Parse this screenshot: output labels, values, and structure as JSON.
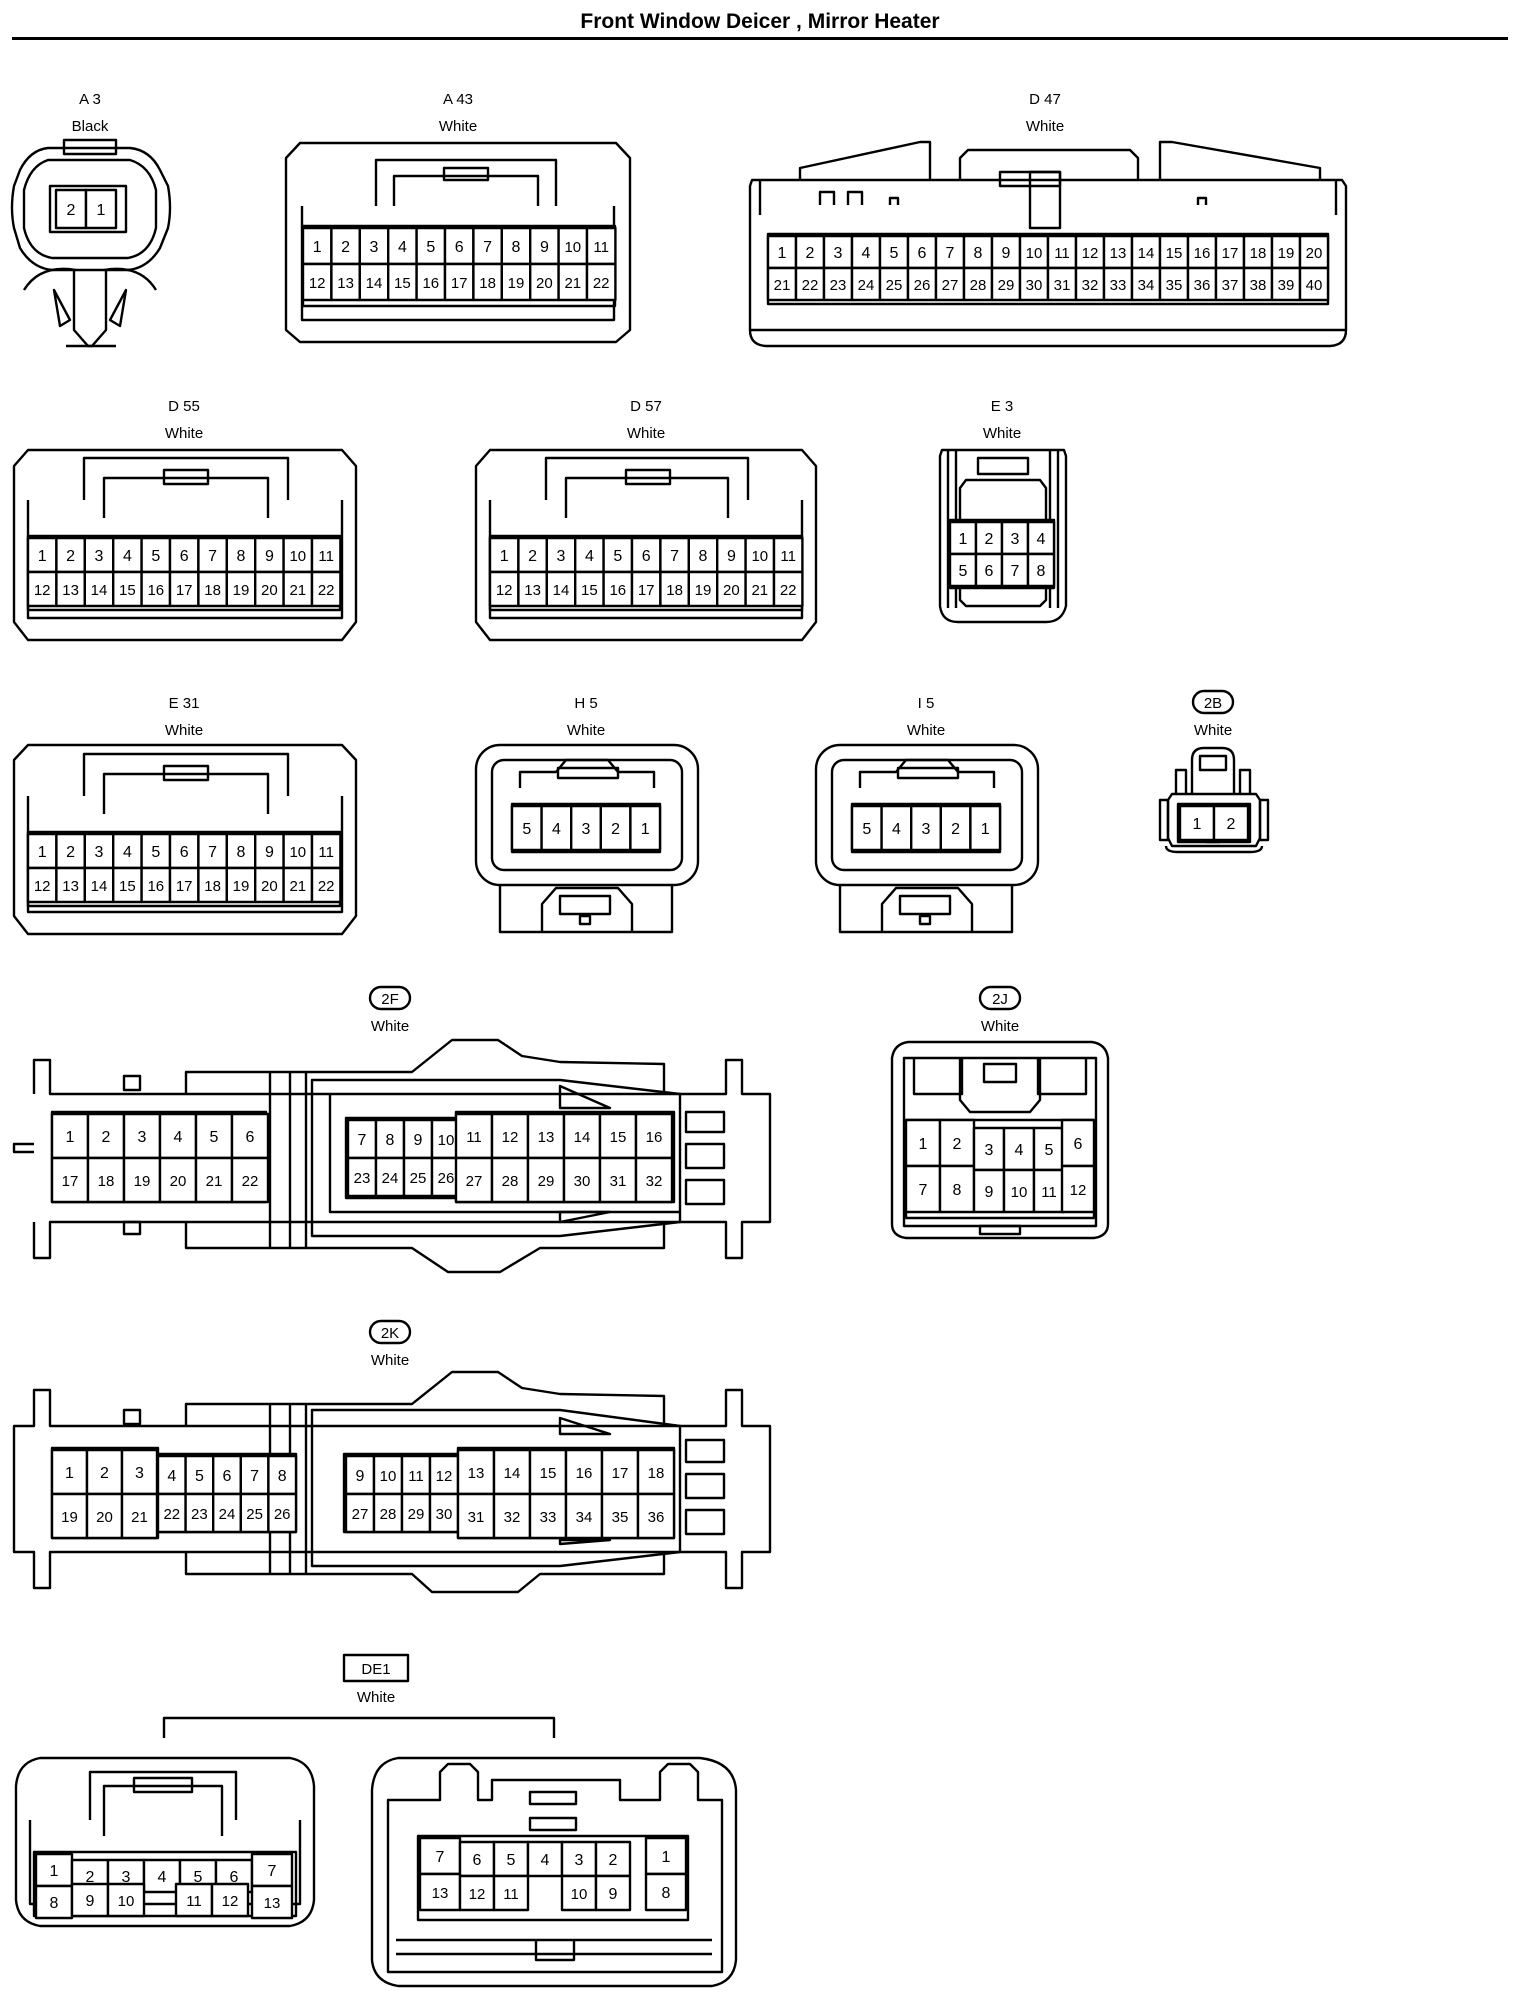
{
  "title": "Front Window Deicer , Mirror Heater",
  "connectors": [
    {
      "id": "A 3",
      "color": "Black",
      "pins": [
        {
          "cells": [
            "2",
            "1"
          ]
        }
      ]
    },
    {
      "id": "A 43",
      "color": "White",
      "pins": [
        {
          "cells": [
            "1",
            "2",
            "3",
            "4",
            "5",
            "6",
            "7",
            "8",
            "9",
            "10",
            "11"
          ]
        },
        {
          "cells": [
            "12",
            "13",
            "14",
            "15",
            "16",
            "17",
            "18",
            "19",
            "20",
            "21",
            "22"
          ]
        }
      ]
    },
    {
      "id": "D 47",
      "color": "White",
      "pins": [
        {
          "cells": [
            "1",
            "2",
            "3",
            "4",
            "5",
            "6",
            "7",
            "8",
            "9",
            "10",
            "11",
            "12",
            "13",
            "14",
            "15",
            "16",
            "17",
            "18",
            "19",
            "20"
          ]
        },
        {
          "cells": [
            "21",
            "22",
            "23",
            "24",
            "25",
            "26",
            "27",
            "28",
            "29",
            "30",
            "31",
            "32",
            "33",
            "34",
            "35",
            "36",
            "37",
            "38",
            "39",
            "40"
          ]
        }
      ]
    },
    {
      "id": "D 55",
      "color": "White",
      "pins": [
        {
          "cells": [
            "1",
            "2",
            "3",
            "4",
            "5",
            "6",
            "7",
            "8",
            "9",
            "10",
            "11"
          ]
        },
        {
          "cells": [
            "12",
            "13",
            "14",
            "15",
            "16",
            "17",
            "18",
            "19",
            "20",
            "21",
            "22"
          ]
        }
      ]
    },
    {
      "id": "D 57",
      "color": "White",
      "pins": [
        {
          "cells": [
            "1",
            "2",
            "3",
            "4",
            "5",
            "6",
            "7",
            "8",
            "9",
            "10",
            "11"
          ]
        },
        {
          "cells": [
            "12",
            "13",
            "14",
            "15",
            "16",
            "17",
            "18",
            "19",
            "20",
            "21",
            "22"
          ]
        }
      ]
    },
    {
      "id": "E 3",
      "color": "White",
      "pins": [
        {
          "cells": [
            "1",
            "2",
            "3",
            "4"
          ]
        },
        {
          "cells": [
            "5",
            "6",
            "7",
            "8"
          ]
        }
      ]
    },
    {
      "id": "E 31",
      "color": "White",
      "pins": [
        {
          "cells": [
            "1",
            "2",
            "3",
            "4",
            "5",
            "6",
            "7",
            "8",
            "9",
            "10",
            "11"
          ]
        },
        {
          "cells": [
            "12",
            "13",
            "14",
            "15",
            "16",
            "17",
            "18",
            "19",
            "20",
            "21",
            "22"
          ]
        }
      ]
    },
    {
      "id": "H 5",
      "color": "White",
      "pins": [
        {
          "cells": [
            "5",
            "4",
            "3",
            "2",
            "1"
          ]
        }
      ]
    },
    {
      "id": "I 5",
      "color": "White",
      "pins": [
        {
          "cells": [
            "5",
            "4",
            "3",
            "2",
            "1"
          ]
        }
      ]
    },
    {
      "id": "2B",
      "color": "White",
      "pins": [
        {
          "cells": [
            "1",
            "2"
          ]
        }
      ]
    },
    {
      "id": "2F",
      "color": "White",
      "pins": [
        {
          "cells": [
            "1",
            "2",
            "3",
            "4",
            "5",
            "6"
          ]
        },
        {
          "cells": [
            "17",
            "18",
            "19",
            "20",
            "21",
            "22"
          ]
        },
        {
          "cells": [
            "7",
            "8",
            "9",
            "10"
          ]
        },
        {
          "cells": [
            "23",
            "24",
            "25",
            "26"
          ]
        },
        {
          "cells": [
            "11",
            "12",
            "13",
            "14",
            "15",
            "16"
          ]
        },
        {
          "cells": [
            "27",
            "28",
            "29",
            "30",
            "31",
            "32"
          ]
        }
      ]
    },
    {
      "id": "2J",
      "color": "White",
      "pins": [
        {
          "cells": [
            "1",
            "2"
          ]
        },
        {
          "cells": [
            "7",
            "8"
          ]
        },
        {
          "cells": [
            "3",
            "4",
            "5"
          ]
        },
        {
          "cells": [
            "9",
            "10",
            "11"
          ]
        },
        {
          "cells": [
            "6"
          ]
        },
        {
          "cells": [
            "12"
          ]
        }
      ]
    },
    {
      "id": "2K",
      "color": "White",
      "pins": [
        {
          "cells": [
            "1",
            "2",
            "3"
          ]
        },
        {
          "cells": [
            "19",
            "20",
            "21"
          ]
        },
        {
          "cells": [
            "4",
            "5",
            "6",
            "7",
            "8"
          ]
        },
        {
          "cells": [
            "22",
            "23",
            "24",
            "25",
            "26"
          ]
        },
        {
          "cells": [
            "9",
            "10",
            "11",
            "12"
          ]
        },
        {
          "cells": [
            "27",
            "28",
            "29",
            "30"
          ]
        },
        {
          "cells": [
            "13",
            "14",
            "15",
            "16",
            "17",
            "18"
          ]
        },
        {
          "cells": [
            "31",
            "32",
            "33",
            "34",
            "35",
            "36"
          ]
        }
      ]
    },
    {
      "id": "DE1",
      "color": "White",
      "pins": [
        {
          "cells": [
            "1"
          ]
        },
        {
          "cells": [
            "2",
            "3",
            "4",
            "5",
            "6"
          ]
        },
        {
          "cells": [
            "7"
          ]
        },
        {
          "cells": [
            "8"
          ]
        },
        {
          "cells": [
            "9",
            "10"
          ]
        },
        {
          "cells": [
            "11",
            "12"
          ]
        },
        {
          "cells": [
            "13"
          ]
        },
        {
          "cells": [
            "7"
          ]
        },
        {
          "cells": [
            "6",
            "5",
            "4",
            "3",
            "2"
          ]
        },
        {
          "cells": [
            "1"
          ]
        },
        {
          "cells": [
            "13"
          ]
        },
        {
          "cells": [
            "12",
            "11"
          ]
        },
        {
          "cells": [
            "10",
            "9"
          ]
        },
        {
          "cells": [
            "8"
          ]
        }
      ]
    }
  ]
}
